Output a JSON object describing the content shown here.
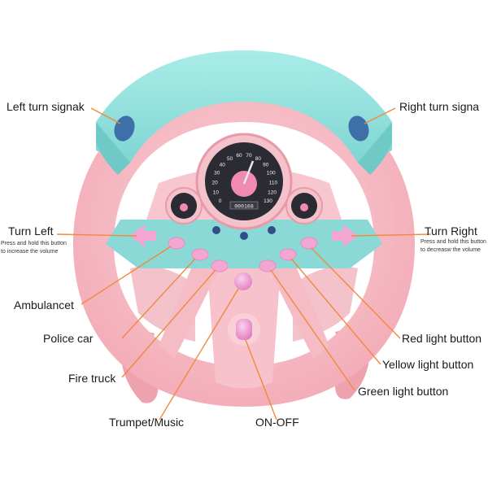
{
  "labels": {
    "left_turn_signal": "Left turn signak",
    "right_turn_signal": "Right turn signa",
    "turn_left": "Turn Left",
    "turn_left_note_1": "Press and hold this button",
    "turn_left_note_2": "to increase the volume",
    "turn_right": "Turn Right",
    "turn_right_note_1": "Press and hold this button",
    "turn_right_note_2": "to  decreasw the volume",
    "ambulance": "Ambulancet",
    "police_car": "Police car",
    "fire_truck": "Fire truck",
    "trumpet_music": "Trumpet/Music",
    "on_off": "ON-OFF",
    "red_light": "Red light button",
    "yellow_light": "Yellow light button",
    "green_light": "Green light button"
  },
  "speedometer": {
    "ticks": [
      "0",
      "10",
      "20",
      "30",
      "40",
      "50",
      "60",
      "70",
      "80",
      "90",
      "100",
      "110",
      "120",
      "130"
    ],
    "odometer": "000168"
  },
  "colors": {
    "wheel_pink": "#f5b9c3",
    "wheel_shadow": "#e79aa8",
    "rim_teal": "#8fe0dc",
    "rim_teal_dark": "#5cc8c6",
    "dial_face": "#2b2b33",
    "button_pink": "#f2a9cf",
    "leader_line": "#f08a3c"
  }
}
